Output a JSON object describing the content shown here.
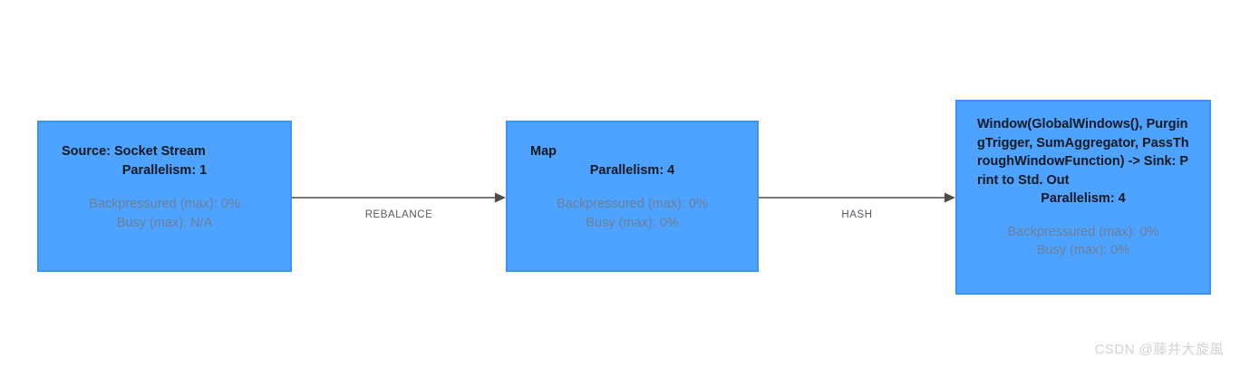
{
  "diagram": {
    "type": "flink-job-execution-graph",
    "colors": {
      "node_fill": "#4da3ff",
      "node_border": "#3d93f5",
      "title_text": "#101820",
      "metric_text": "#6e7e93",
      "edge_line": "#4d4d4d",
      "edge_label_text": "#55595d",
      "background": "#ffffff",
      "watermark": "#d2d2d2"
    },
    "nodes": [
      {
        "id": "source",
        "title": "Source: Socket Stream",
        "parallelism": "Parallelism: 1",
        "metrics": [
          "Backpressured (max): 0%",
          "Busy (max): N/A"
        ]
      },
      {
        "id": "map",
        "title": "Map",
        "parallelism": "Parallelism: 4",
        "metrics": [
          "Backpressured (max): 0%",
          "Busy (max): 0%"
        ]
      },
      {
        "id": "window-sink",
        "title": "Window(GlobalWindows(), PurgingTrigger, SumAggregator, PassThroughWindowFunction) -> Sink: Print to Std. Out",
        "parallelism": "Parallelism: 4",
        "metrics": [
          "Backpressured (max): 0%",
          "Busy (max): 0%"
        ]
      }
    ],
    "edges": [
      {
        "id": "source-to-map",
        "label": "REBALANCE",
        "from": "source",
        "to": "map"
      },
      {
        "id": "map-to-window",
        "label": "HASH",
        "from": "map",
        "to": "window-sink"
      }
    ]
  },
  "watermark": {
    "text": "CSDN @藤井大旋風"
  }
}
